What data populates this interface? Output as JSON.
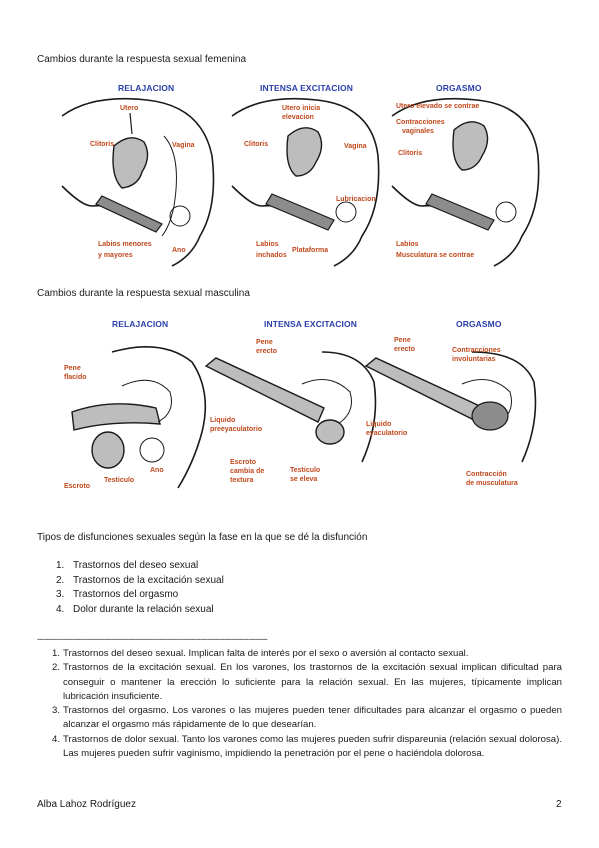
{
  "captions": {
    "female": "Cambios durante la respuesta sexual femenina",
    "male": "Cambios durante la respuesta sexual masculina",
    "types_heading": "Tipos de disfunciones sexuales según la fase en la que se dé la disfunción"
  },
  "female_figure": {
    "panels": [
      {
        "title": "RELAJACION",
        "labels": [
          "Utero",
          "Clitoris",
          "Vagina",
          "Labios menores",
          "y mayores",
          "Ano"
        ]
      },
      {
        "title": "INTENSA EXCITACION",
        "labels": [
          "Utero inicia",
          "elevacion",
          "Clitoris",
          "Vagina",
          "Lubricacion",
          "Labios",
          "inchados",
          "Plataforma"
        ]
      },
      {
        "title": "ORGASMO",
        "labels": [
          "Utero elevado se contrae",
          "Contracciones",
          "vaginales",
          "Clitoris",
          "Labios",
          "Musculatura se contrae"
        ]
      }
    ]
  },
  "male_figure": {
    "panels": [
      {
        "title": "RELAJACION",
        "labels": [
          "Pene",
          "flacido",
          "Escroto",
          "Testiculo",
          "Ano"
        ]
      },
      {
        "title": "INTENSA EXCITACION",
        "labels": [
          "Pene",
          "erecto",
          "Liquido",
          "preeyaculatorio",
          "Escroto",
          "cambia de",
          "textura",
          "Testiculo",
          "se eleva"
        ]
      },
      {
        "title": "ORGASMO",
        "labels": [
          "Pene",
          "erecto",
          "Contracciones",
          "involuntarias",
          "Liquido",
          "eyaculatorio",
          "Contracción",
          "de musculatura"
        ]
      }
    ]
  },
  "types_list": [
    {
      "num": "1.",
      "text": "Trastornos del deseo sexual"
    },
    {
      "num": "2.",
      "text": "Trastornos de la excitación sexual"
    },
    {
      "num": "3.",
      "text": "Trastornos del orgasmo"
    },
    {
      "num": "4.",
      "text": "Dolor durante la relación sexual"
    }
  ],
  "divider": "------------------------------------------------------------------------------------------------",
  "definitions": [
    {
      "num": "1.",
      "text": "Trastornos del deseo sexual. Implican falta de interés por el sexo o aversión al contacto sexual."
    },
    {
      "num": "2.",
      "text": "Trastornos de la excitación sexual. En los varones, los trastornos de la excitación sexual implican dificultad para conseguir o mantener la erección lo suficiente para la relación sexual. En las mujeres, típicamente implican lubricación insuficiente."
    },
    {
      "num": "3.",
      "text": "Trastornos del orgasmo. Los varones o las mujeres pueden tener dificultades para alcanzar el orgasmo o pueden alcanzar el orgasmo más rápidamente de lo que desearían."
    },
    {
      "num": "4.",
      "text": "Trastornos de dolor sexual. Tanto los varones como las mujeres pueden sufrir dispareunia (relación sexual dolorosa). Las mujeres pueden sufrir vaginismo, impidiendo la penetración por el pene o haciéndola dolorosa."
    }
  ],
  "footer": {
    "author": "Alba Lahoz Rodríguez",
    "page": "2"
  },
  "colors": {
    "panel_title": "#2a3fa8",
    "label": "#c0491d"
  }
}
